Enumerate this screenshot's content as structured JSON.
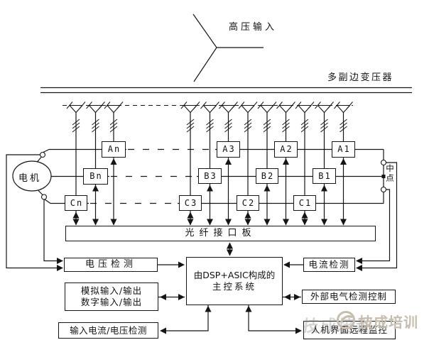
{
  "diagram": {
    "hv_input_label": "高压输入",
    "transformer_label": "多副边变压器",
    "motor_label": "电机",
    "neutral_label": "中点",
    "fiber_board_label": "光纤接口板",
    "voltage_detect_label": "电压检测",
    "current_detect_label": "电流检测",
    "main_controller_line1": "由DSP+ASIC构成的",
    "main_controller_line2": "主控系统",
    "analog_io_label": "模拟输入/输出",
    "digital_io_label": "数字输入/输出",
    "external_detect_label": "外部电气检测控制",
    "input_detect_label": "输入电流/电压检测",
    "hmi_label": "人机界面远程监控",
    "cells": [
      {
        "label": "An"
      },
      {
        "label": "A3"
      },
      {
        "label": "A2"
      },
      {
        "label": "A1"
      },
      {
        "label": "Bn"
      },
      {
        "label": "B3"
      },
      {
        "label": "B2"
      },
      {
        "label": "B1"
      },
      {
        "label": "Cn"
      },
      {
        "label": "C3"
      },
      {
        "label": "C2"
      },
      {
        "label": "C1"
      }
    ],
    "colors": {
      "line": "#1a1a1a",
      "background": "#ffffff"
    }
  },
  "watermark": {
    "text": "技成培训",
    "color": "#c7bdae"
  }
}
